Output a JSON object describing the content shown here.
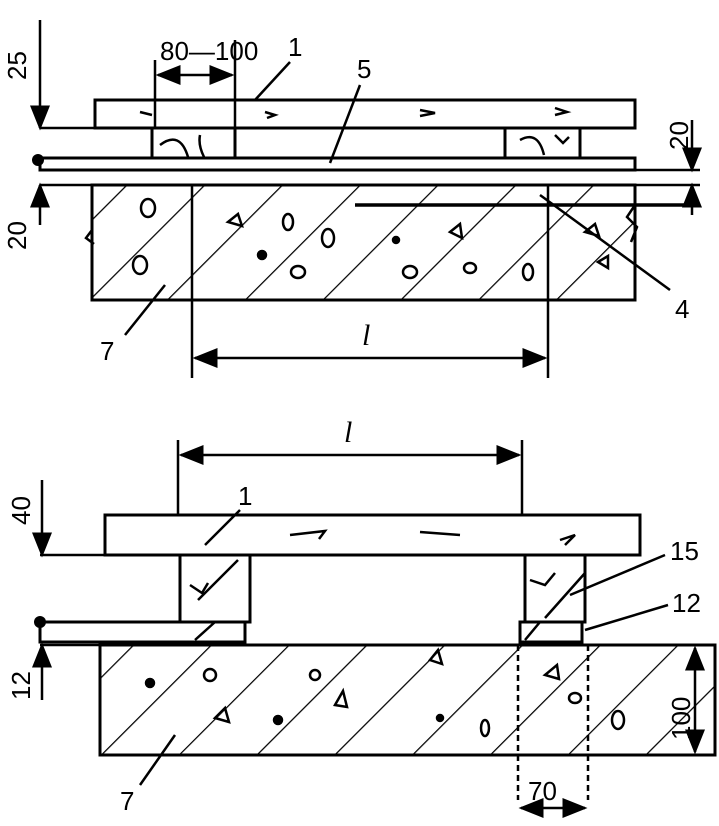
{
  "top_section": {
    "dim_80_100": "80—100",
    "dim_25": "25",
    "dim_20_left": "20",
    "dim_20_right": "20",
    "label_1": "1",
    "label_5": "5",
    "label_4": "4",
    "label_7": "7",
    "span_l": "l"
  },
  "bottom_section": {
    "span_l": "l",
    "dim_40": "40",
    "dim_12": "12",
    "dim_100": "100",
    "dim_70": "70",
    "label_1": "1",
    "label_15": "15",
    "label_12": "12",
    "label_7": "7"
  }
}
